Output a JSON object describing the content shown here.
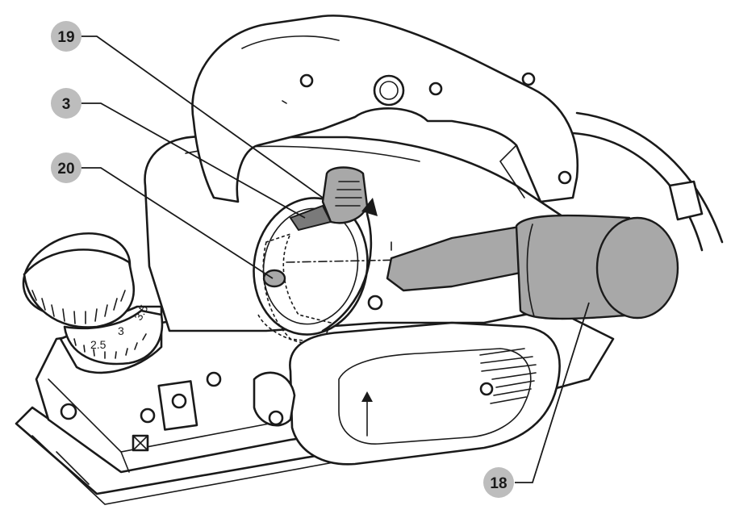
{
  "callouts": [
    {
      "id": "c19",
      "label": "19"
    },
    {
      "id": "c3",
      "label": "3"
    },
    {
      "id": "c20",
      "label": "20"
    },
    {
      "id": "c18",
      "label": "18"
    }
  ],
  "depth_scale": [
    "2.5",
    "3",
    "3.5"
  ],
  "colors": {
    "callout_fill": "#bdbdbd",
    "highlight_part": "#a8a8a8",
    "line": "#1a1a1a"
  }
}
